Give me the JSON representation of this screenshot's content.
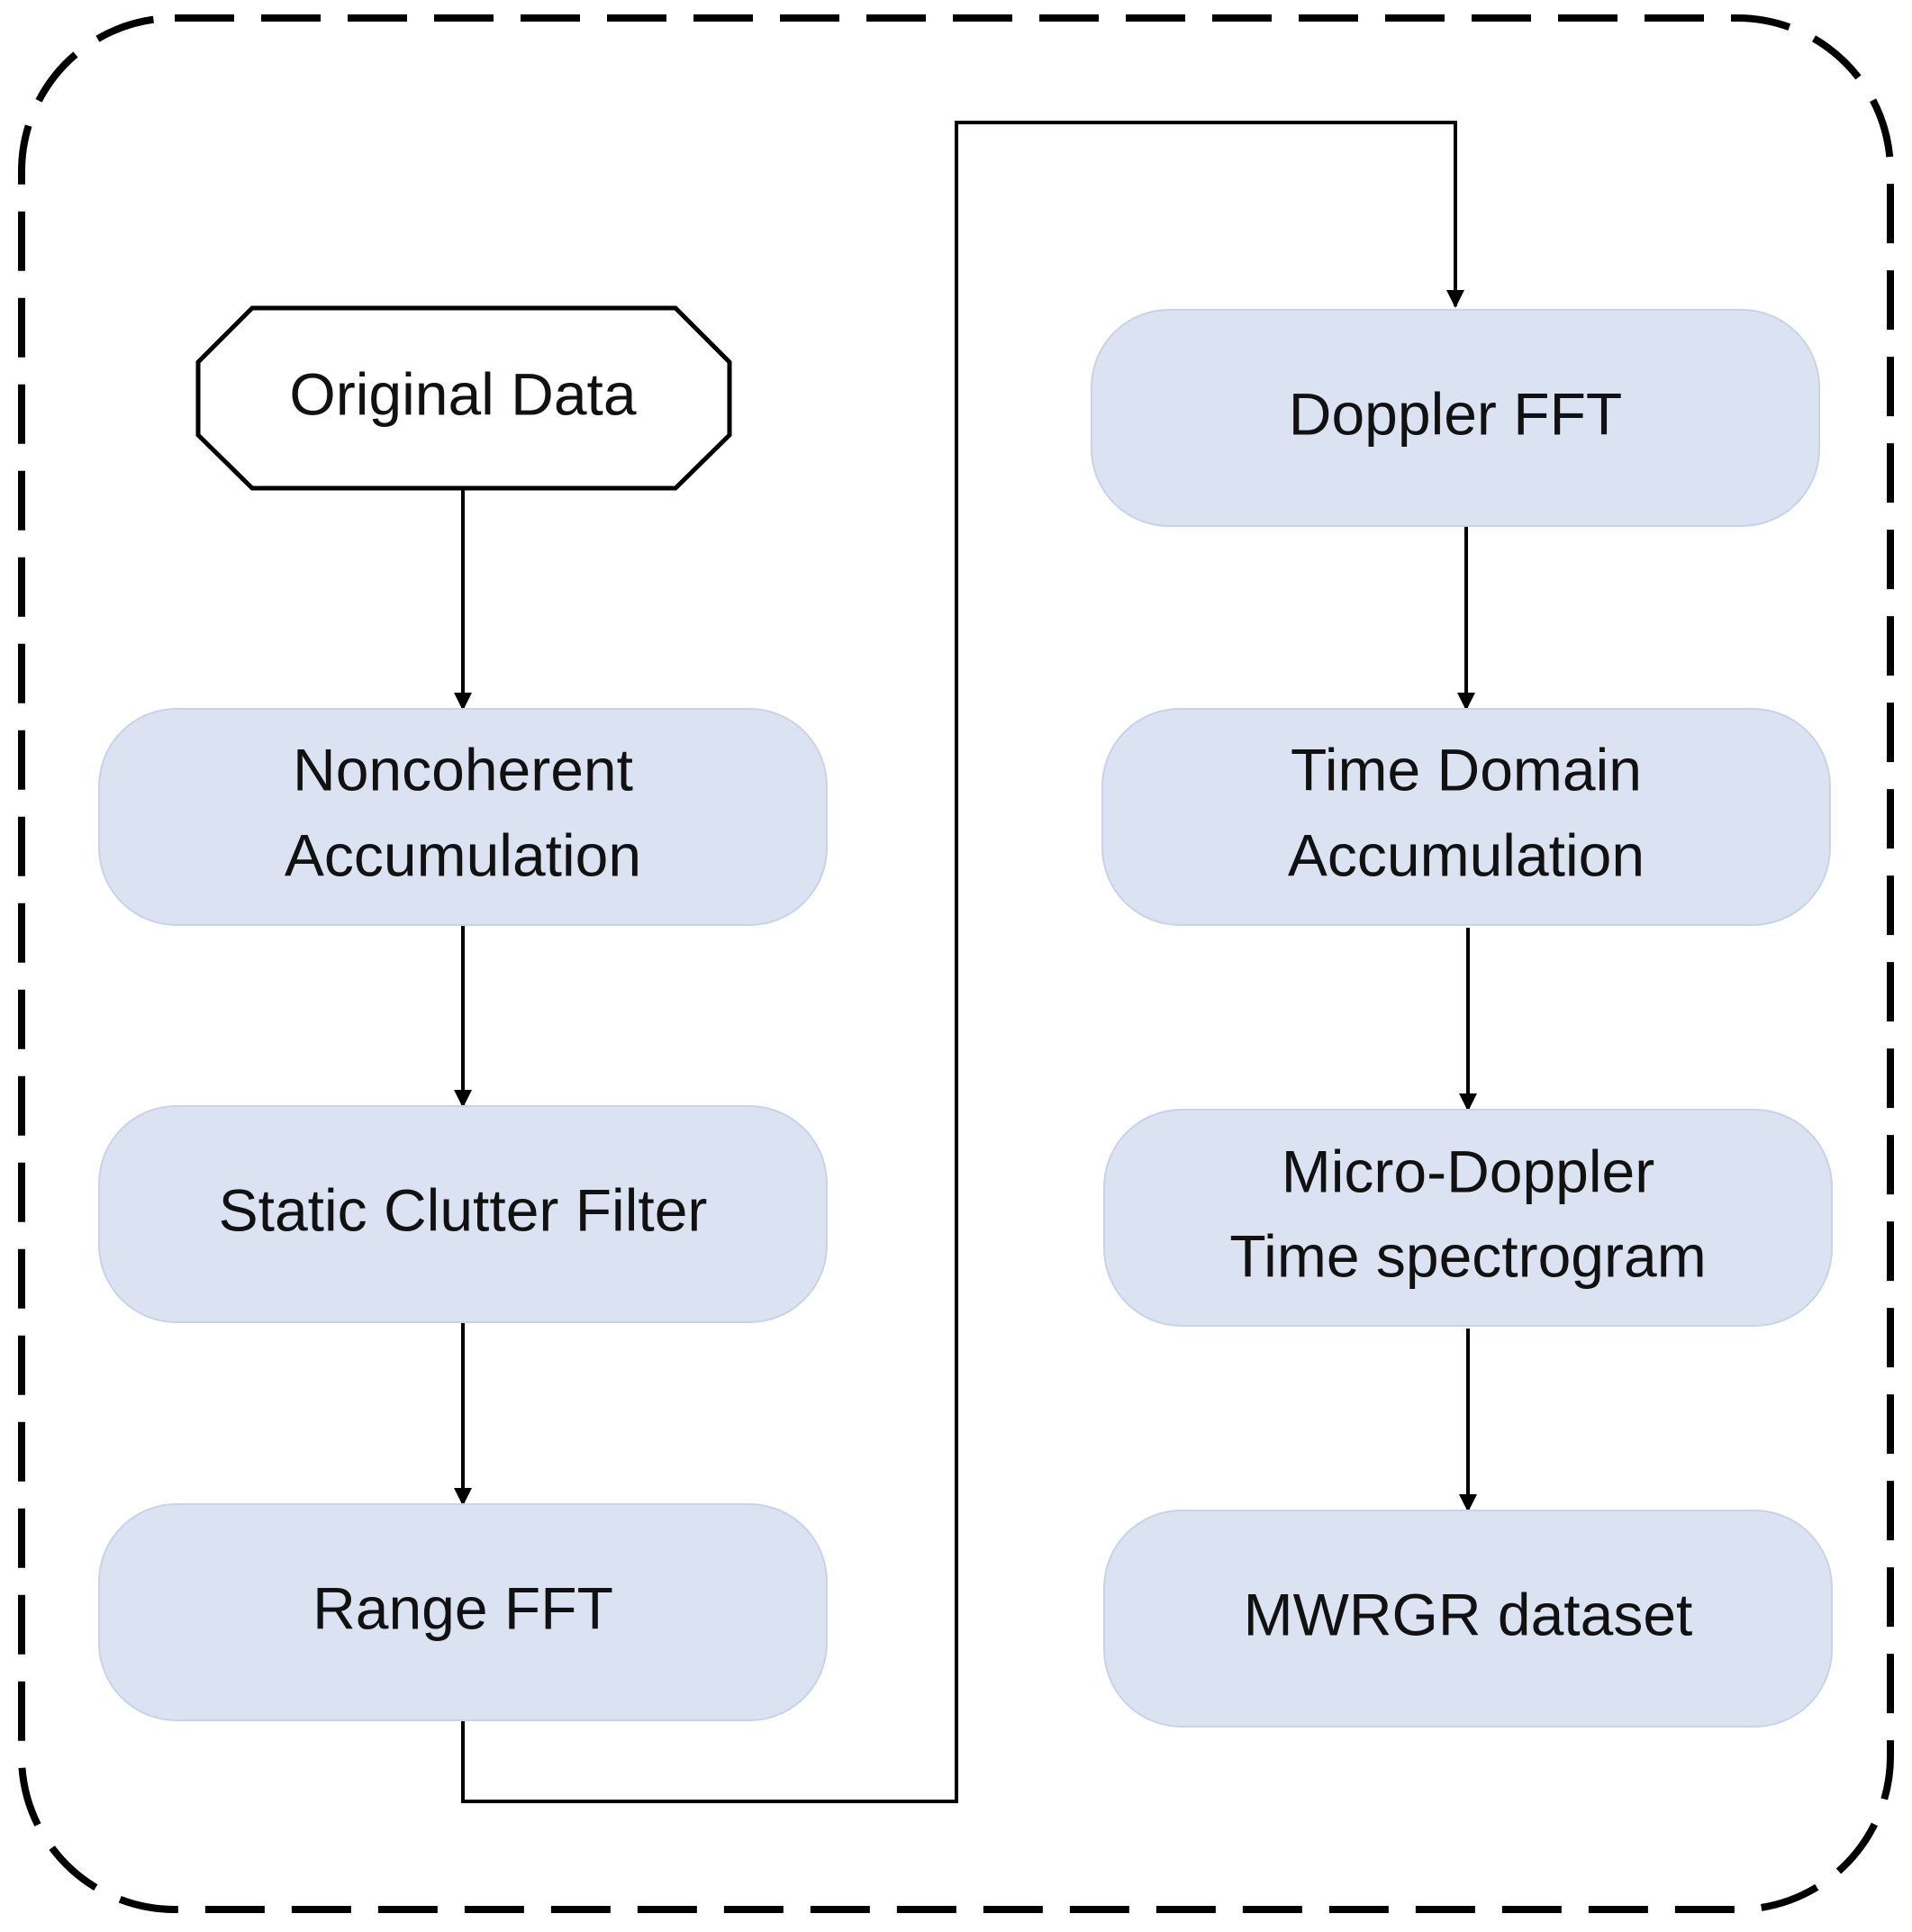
{
  "colors": {
    "box_fill": "#dbe2f2",
    "box_stroke": "#c9d2ea",
    "start_fill": "#ffffff",
    "line": "#000000",
    "text": "#111111"
  },
  "nodes": {
    "original_data": "Original Data",
    "noncoherent_line1": "Noncoherent",
    "noncoherent_line2": "Accumulation",
    "static_clutter": "Static Clutter Filter",
    "range_fft": "Range FFT",
    "doppler_fft": "Doppler FFT",
    "time_domain_line1": "Time Domain",
    "time_domain_line2": "Accumulation",
    "micro_doppler_line1": "Micro-Doppler",
    "micro_doppler_line2": "Time spectrogram",
    "mwrgr_dataset": "MWRGR dataset"
  }
}
